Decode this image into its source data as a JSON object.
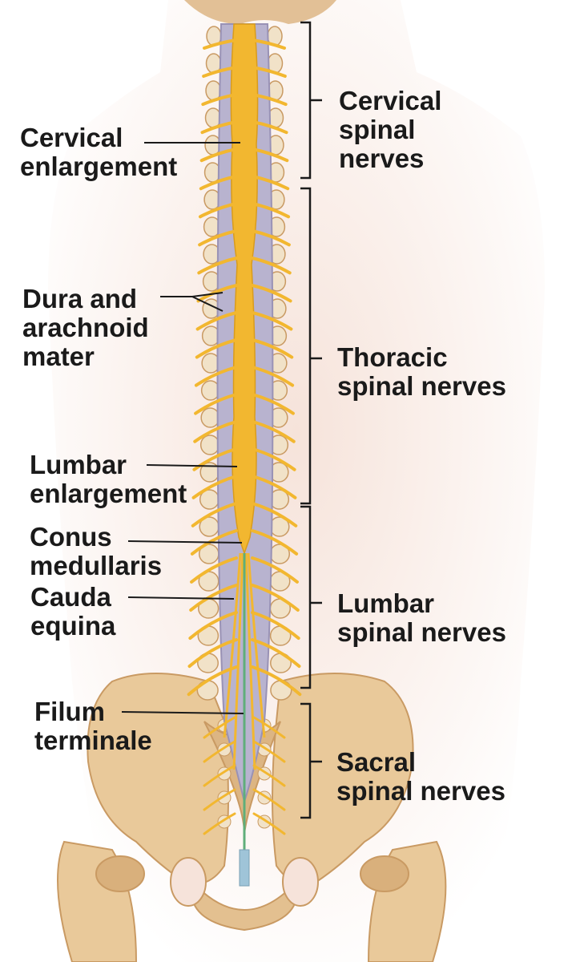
{
  "labels": {
    "cervical_enlargement": "Cervical\nenlargement",
    "dura_arachnoid": "Dura and\narachnoid\nmater",
    "lumbar_enlargement": "Lumbar\nenlargement",
    "conus_medullaris": "Conus\nmedullaris",
    "cauda_equina": "Cauda\nequina",
    "filum_terminale": "Filum\nterminale",
    "cervical_nerves": "Cervical\nspinal\nnerves",
    "thoracic_nerves": "Thoracic\nspinal nerves",
    "lumbar_nerves": "Lumbar\nspinal nerves",
    "sacral_nerves": "Sacral\nspinal nerves"
  },
  "colors": {
    "skin": "#f3dcd2",
    "bone": "#e6c596",
    "bone_dark": "#c99a63",
    "dura": "#b8b3cf",
    "nerve": "#f2b730",
    "filum": "#5fae7a",
    "leader": "#1a1a1a"
  }
}
